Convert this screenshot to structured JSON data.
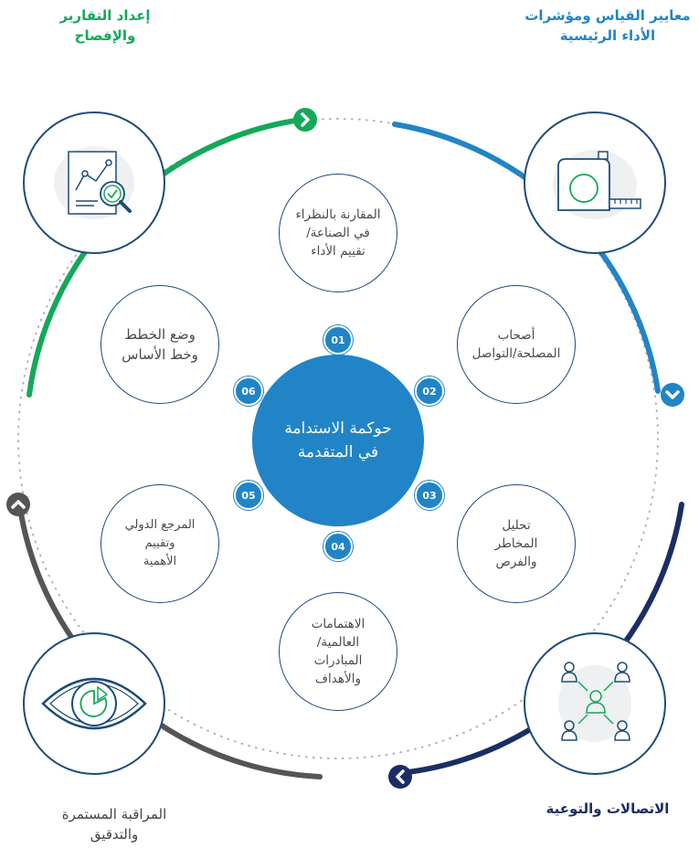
{
  "center": {
    "line1": "حوكمة الاستدامة",
    "line2": "في المتقدمة"
  },
  "numbers": [
    "01",
    "02",
    "03",
    "04",
    "05",
    "06"
  ],
  "inner_nodes": {
    "benchmarking": [
      "المقارنة بالنظراء",
      "في الصناعة/",
      "تقييم الأداء"
    ],
    "stakeholders": [
      "أصحاب",
      "المصلحة/التواصل"
    ],
    "risks": [
      "تحليل",
      "المخاطر",
      "والفرص"
    ],
    "concerns": [
      "الاهتمامات",
      "العالمية/",
      "المبادرات",
      "والأهداف"
    ],
    "reference": [
      "المرجع الدولي",
      "وتقييم",
      "الأهمية"
    ],
    "planning": [
      "وضع الخطط",
      "وخط الأساس"
    ]
  },
  "outer_labels": {
    "reporting": [
      "إعداد التقارير",
      "والإفصاح"
    ],
    "metrics": [
      "معايير القياس ومؤشرات",
      "الأداء الرئيسية"
    ],
    "communications": [
      "الاتصالات والتوعية"
    ],
    "monitoring": [
      "المراقبة المستمرة",
      "والتدقيق"
    ]
  },
  "colors": {
    "green": "#14a85a",
    "blue": "#2184c7",
    "navy": "#1a2e63",
    "gray": "#555555",
    "dots": "#b5b5b5"
  },
  "icons": {
    "reporting": "report-magnifier-icon",
    "metrics": "tape-measure-icon",
    "communications": "people-network-icon",
    "monitoring": "eye-icon"
  }
}
